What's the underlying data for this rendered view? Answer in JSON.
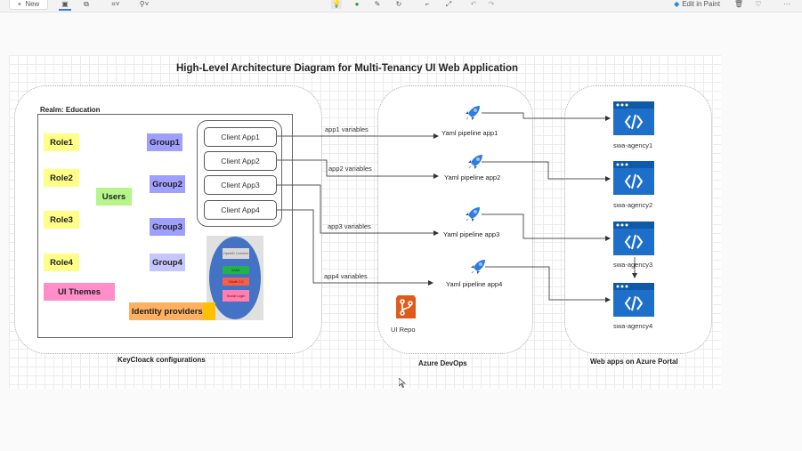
{
  "toolbar": {
    "new_label": "New",
    "edit_in_paint_label": "Edit in Paint",
    "more_label": "···"
  },
  "diagram": {
    "title": "High-Level Architecture Diagram for Multi-Tenancy UI Web Application",
    "keycloak": {
      "group_label": "KeyCloack configurations",
      "realm_label": "Realm: Education",
      "roles": [
        "Role1",
        "Role2",
        "Role3",
        "Role4"
      ],
      "users_label": "Users",
      "groups": [
        "Group1",
        "Group2",
        "Group3",
        "Group4"
      ],
      "themes_label": "UI Themes",
      "identity_providers_label": "Identity providers",
      "protocols": [
        "OpenID Connect",
        "SAML",
        "OAuth 2.0",
        "Social Login"
      ],
      "client_apps": [
        "Client App1",
        "Client App2",
        "Client App3",
        "Client App4"
      ]
    },
    "azure_devops": {
      "group_label": "Azure DevOps",
      "variables": [
        "app1 variables",
        "app2 variables",
        "app3 variables",
        "app4 variables"
      ],
      "pipelines": [
        "Yaml pipeline app1",
        "Yaml pipeline app2",
        "Yaml pipeline app3",
        "Yaml pipeline app4"
      ],
      "repo_label": "UI Repo"
    },
    "azure_portal": {
      "group_label": "Web apps on Azure Portal",
      "web_apps": [
        "swa-agency1",
        "swa-agency2",
        "swa-agency3",
        "swa-agency4"
      ]
    },
    "colors": {
      "role": "#ffff88",
      "group": "#9f9fff",
      "users": "#b6f58a",
      "themes": "#ff8ec8",
      "identity_providers": "#ffb060",
      "azure_blue": "#1e6fc9",
      "repo_orange": "#e05a1c"
    }
  }
}
